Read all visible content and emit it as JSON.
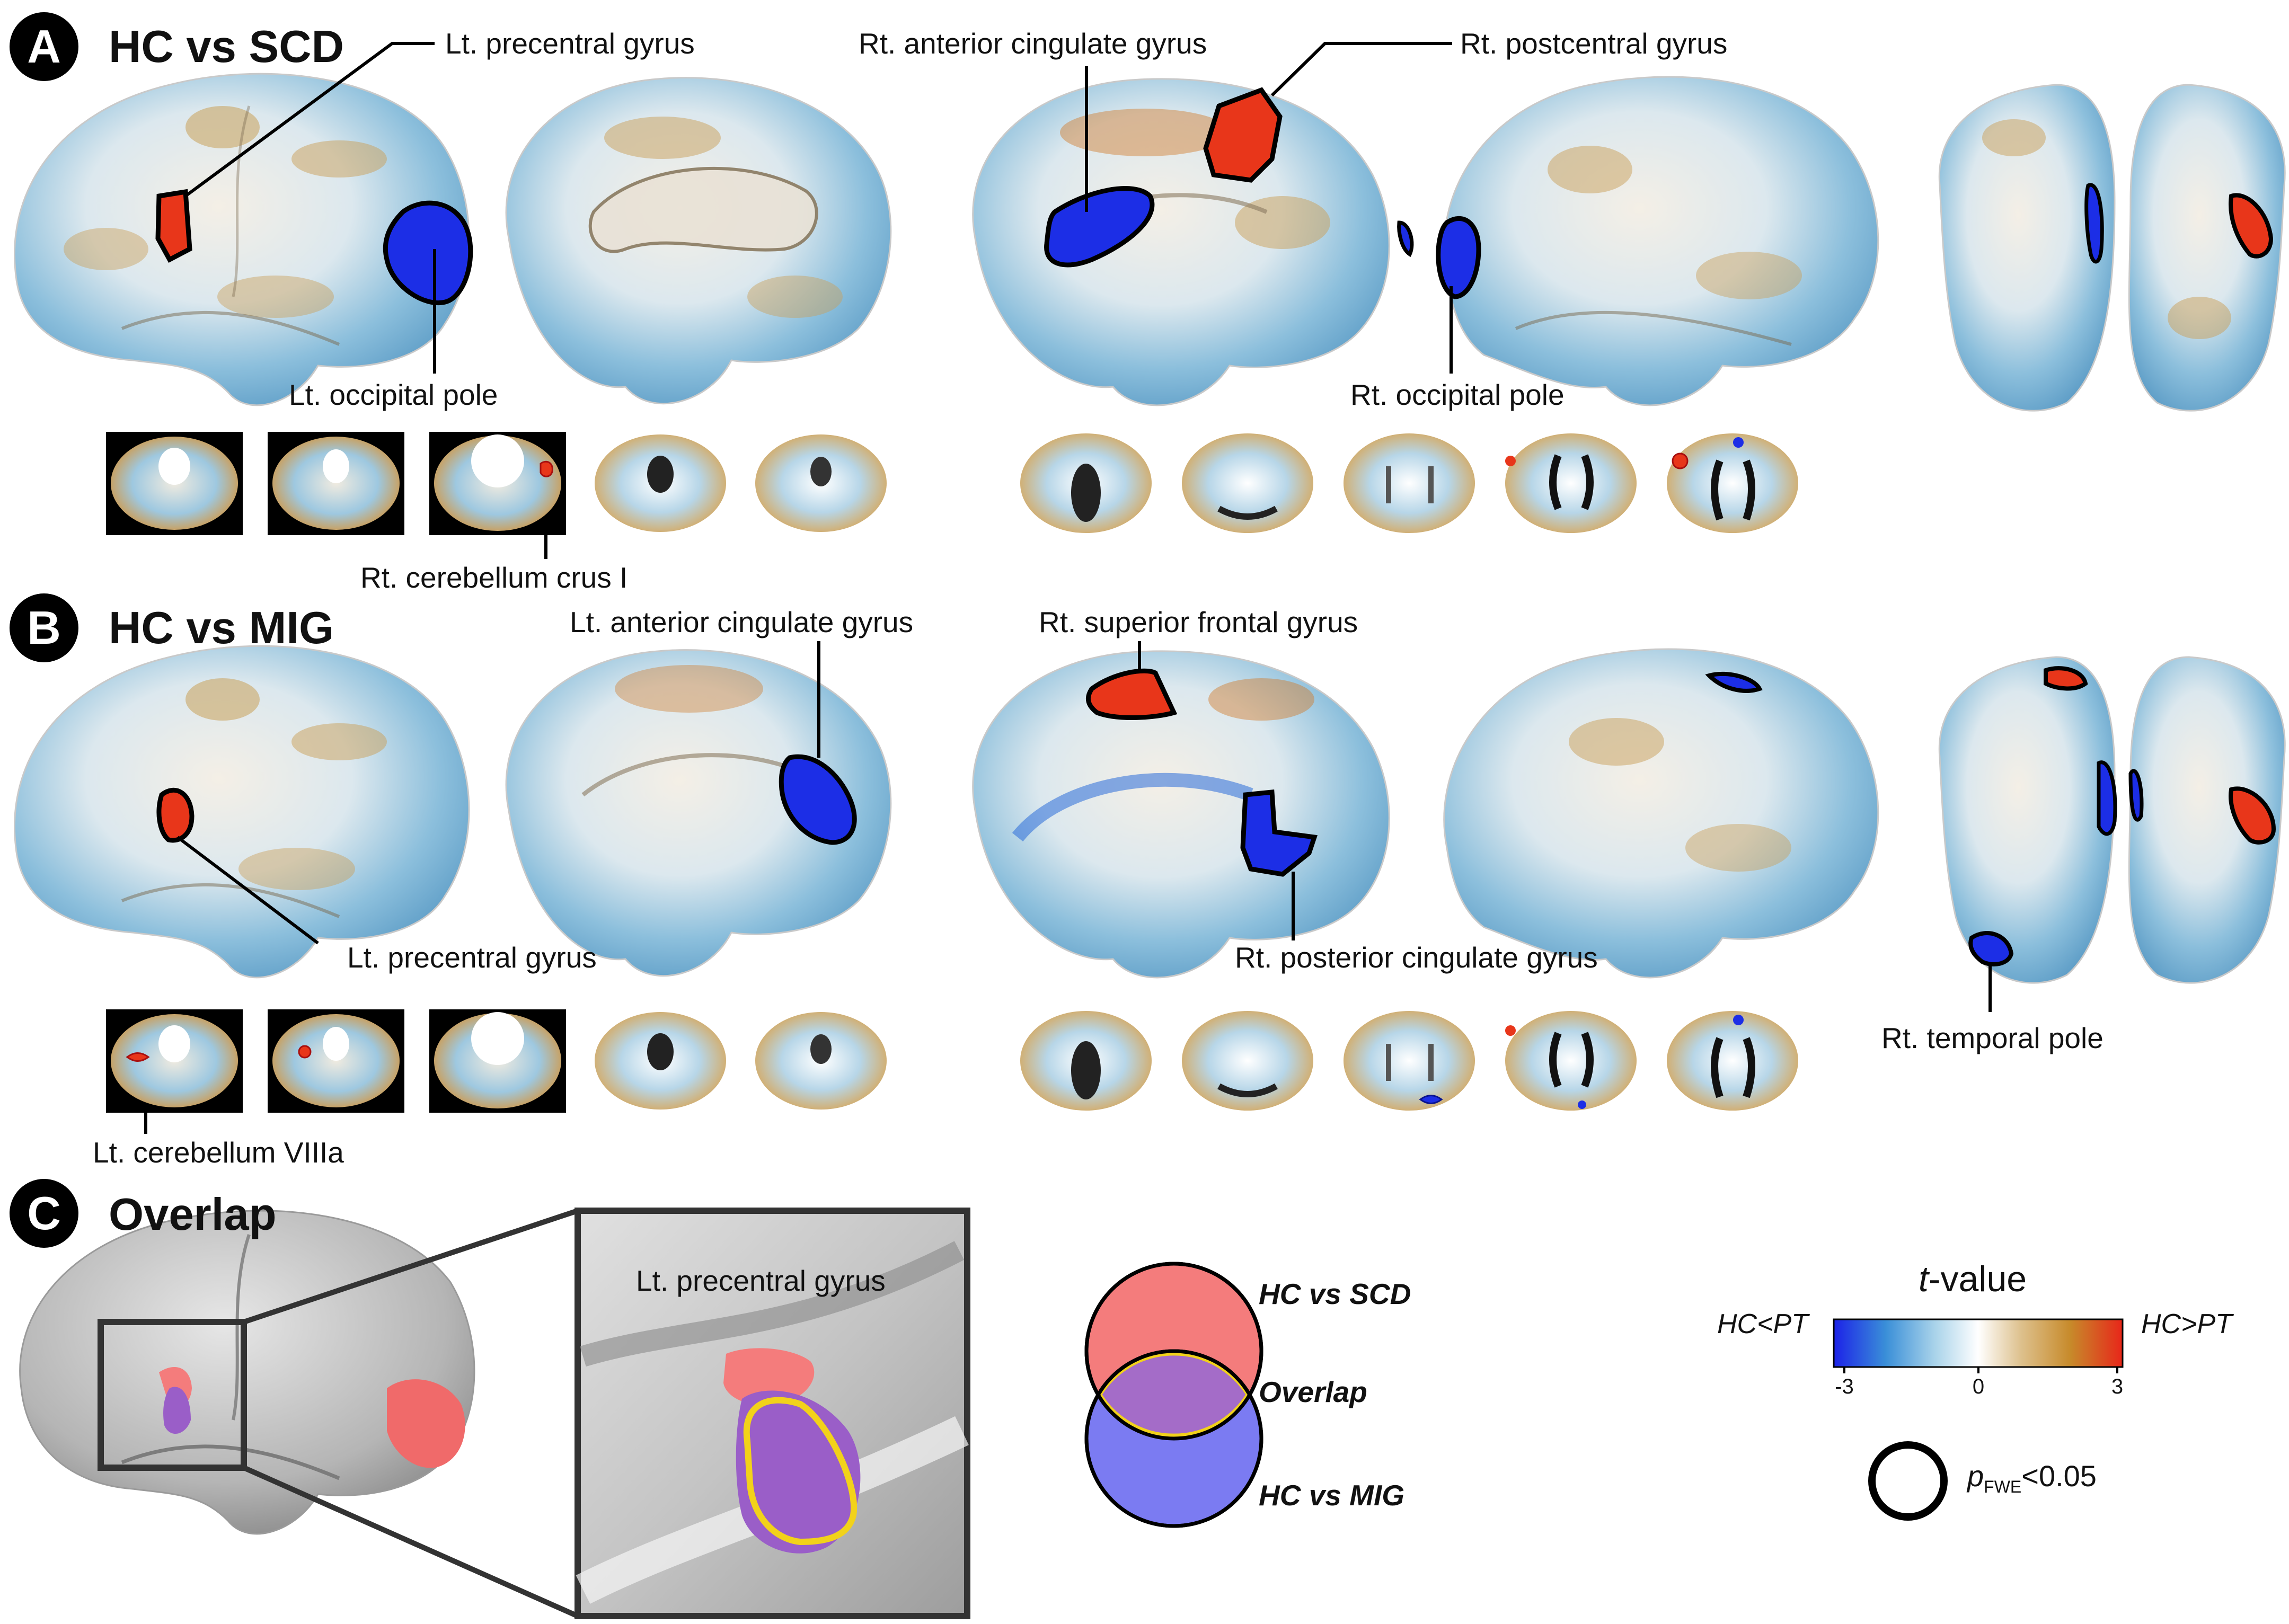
{
  "panels": {
    "A": {
      "letter": "A",
      "title": "HC vs SCD",
      "labels": {
        "lt_precentral": "Lt. precentral gyrus",
        "rt_anterior_cingulate": "Rt. anterior cingulate gyrus",
        "rt_postcentral": "Rt. postcentral gyrus",
        "lt_occipital_pole": "Lt. occipital pole",
        "rt_occipital_pole": "Rt. occipital pole",
        "rt_cerebellum_crus": "Rt. cerebellum crus I"
      }
    },
    "B": {
      "letter": "B",
      "title": "HC vs MIG",
      "labels": {
        "lt_anterior_cingulate": "Lt. anterior cingulate gyrus",
        "rt_superior_frontal": "Rt. superior frontal gyrus",
        "lt_precentral": "Lt. precentral gyrus",
        "rt_posterior_cingulate": "Rt. posterior cingulate gyrus",
        "rt_temporal_pole": "Rt. temporal pole",
        "lt_cerebellum": "Lt. cerebellum VIIIa"
      }
    },
    "C": {
      "letter": "C",
      "title": "Overlap",
      "labels": {
        "zoom_region": "Lt. precentral gyrus"
      }
    }
  },
  "venn": {
    "top": "HC vs SCD",
    "overlap": "Overlap",
    "bottom": "HC vs MIG"
  },
  "colorbar": {
    "title_italic": "t",
    "title_rest": "-value",
    "left_label": "HC<PT",
    "right_label": "HC>PT",
    "ticks": [
      "-3",
      "0",
      "3"
    ]
  },
  "significance": {
    "p": "p",
    "sub": "FWE",
    "rest": "<0.05"
  },
  "colors": {
    "negative": "#1c2ee6",
    "positive": "#e8361a",
    "neutral": "#f2f2f2",
    "tan": "#c9a05a",
    "lightblue": "#7fb7d8",
    "venn_red": "#f47c7c",
    "venn_blue": "#7b7bf2",
    "overlap_outline": "#f2d21a"
  }
}
